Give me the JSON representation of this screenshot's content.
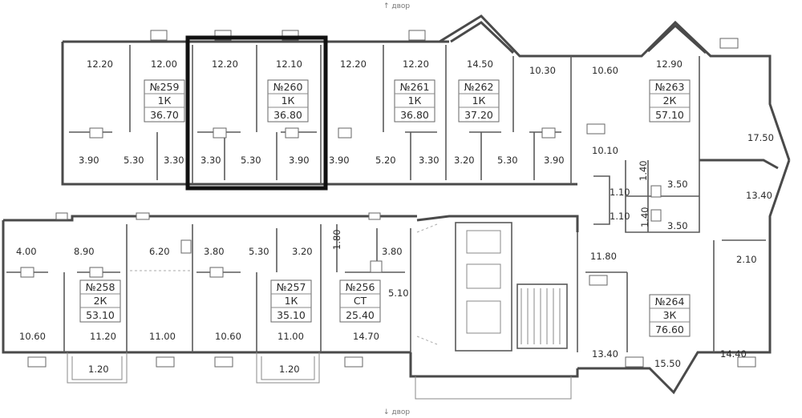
{
  "directions": {
    "top": "↑ двор",
    "bottom": "↓ двор"
  },
  "apartments": [
    {
      "id": "apt-259",
      "number": "№259",
      "type": "1К",
      "area": "36.70",
      "selected": false
    },
    {
      "id": "apt-260",
      "number": "№260",
      "type": "1К",
      "area": "36.80",
      "selected": true
    },
    {
      "id": "apt-261",
      "number": "№261",
      "type": "1К",
      "area": "36.80",
      "selected": false
    },
    {
      "id": "apt-262",
      "number": "№262",
      "type": "1К",
      "area": "37.20",
      "selected": false
    },
    {
      "id": "apt-263",
      "number": "№263",
      "type": "2К",
      "area": "57.10",
      "selected": false
    },
    {
      "id": "apt-258",
      "number": "№258",
      "type": "2К",
      "area": "53.10",
      "selected": false
    },
    {
      "id": "apt-257",
      "number": "№257",
      "type": "1К",
      "area": "35.10",
      "selected": false
    },
    {
      "id": "apt-256",
      "number": "№256",
      "type": "СТ",
      "area": "25.40",
      "selected": false
    },
    {
      "id": "apt-264",
      "number": "№264",
      "type": "3К",
      "area": "76.60",
      "selected": false
    }
  ],
  "room_areas": [
    "12.20",
    "12.00",
    "12.20",
    "12.10",
    "12.20",
    "12.20",
    "14.50",
    "10.30",
    "10.60",
    "12.90",
    "17.50",
    "3.90",
    "5.30",
    "3.30",
    "3.30",
    "5.30",
    "3.90",
    "3.90",
    "5.20",
    "3.30",
    "3.20",
    "5.30",
    "3.90",
    "10.10",
    "1.40",
    "3.50",
    "1.10",
    "13.40",
    "1.10",
    "1.40",
    "3.50",
    "4.00",
    "8.90",
    "6.20",
    "3.80",
    "5.30",
    "3.20",
    "1.80",
    "3.80",
    "5.10",
    "11.80",
    "2.10",
    "10.60",
    "11.20",
    "11.00",
    "10.60",
    "11.00",
    "14.70",
    "13.40",
    "15.50",
    "14.40",
    "1.20",
    "1.20"
  ]
}
